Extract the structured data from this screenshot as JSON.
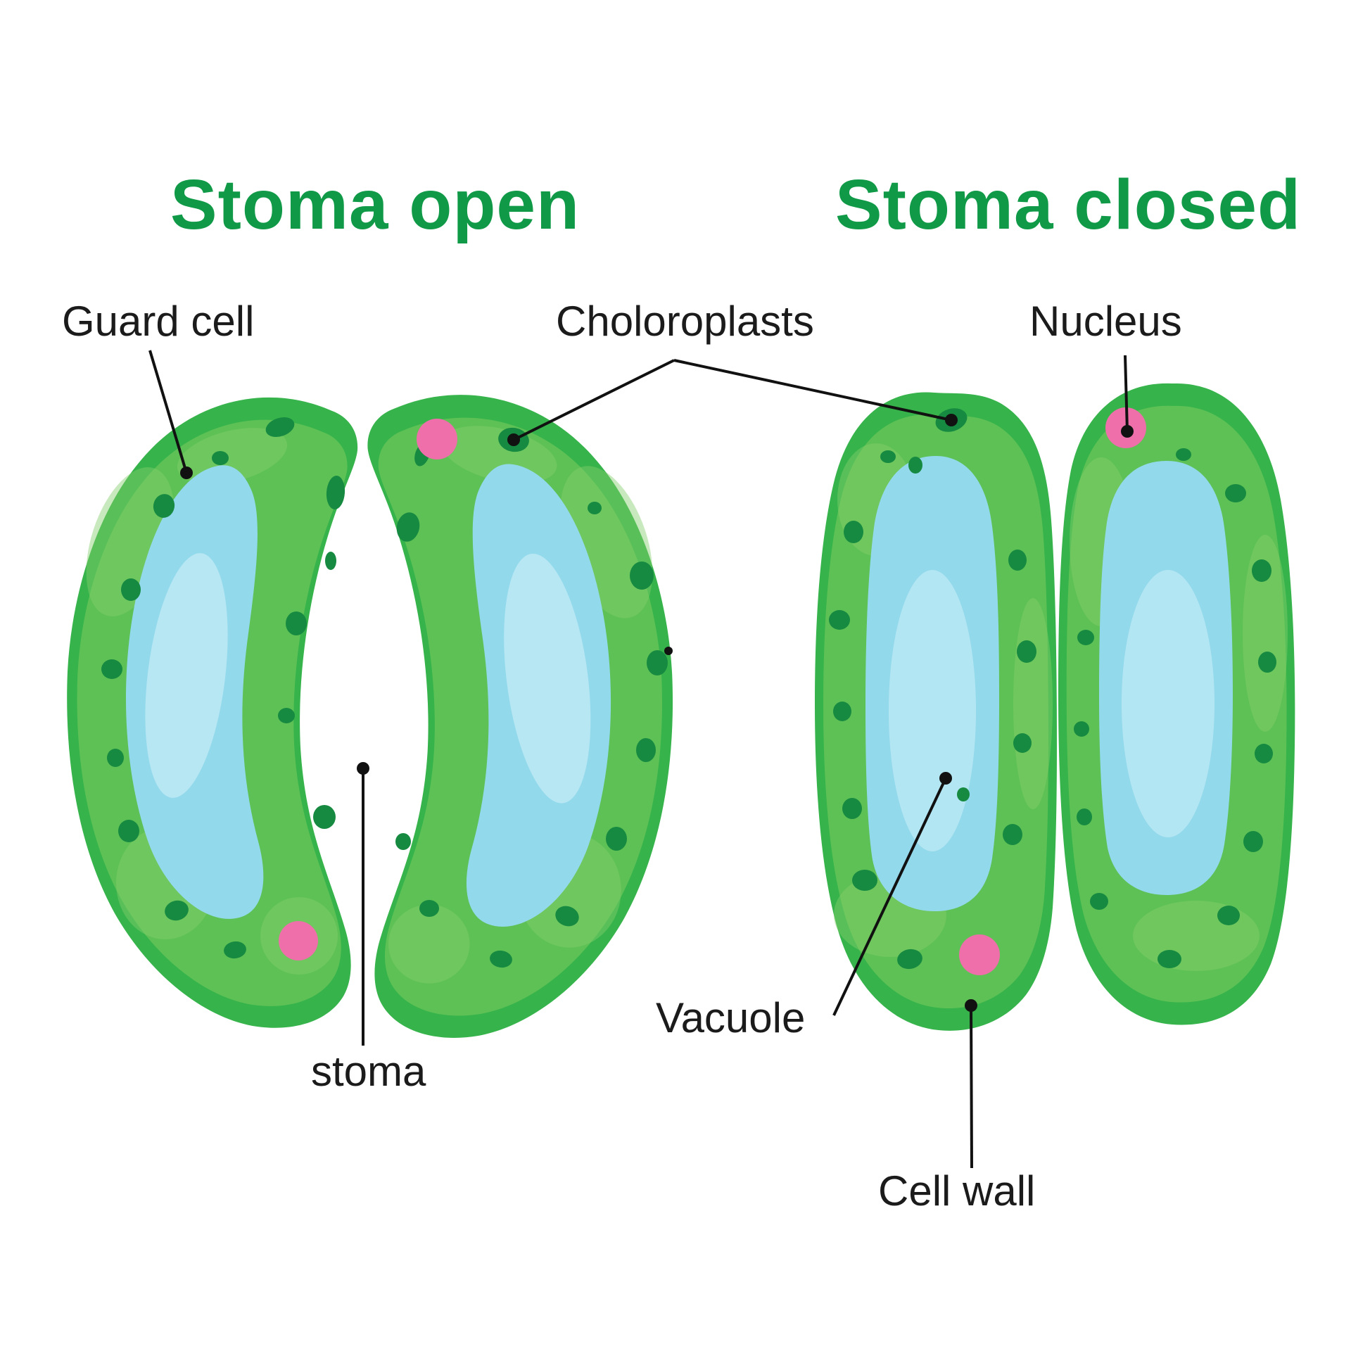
{
  "diagram": {
    "left_title": "Stoma open",
    "right_title": "Stoma closed",
    "labels": {
      "guard_cell": "Guard cell",
      "chloroplasts": "Choloroplasts",
      "nucleus": "Nucleus",
      "stoma": "stoma",
      "vacuole": "Vacuole",
      "cell_wall": "Cell wall"
    },
    "colors": {
      "title_green": "#109A48",
      "label_black": "#1b1b1b",
      "border_green": "#36B44B",
      "body_green": "#5EC155",
      "wash_green": "#85CE6B",
      "chloro_green": "#178A41",
      "vacuole_blue": "#93D9EC",
      "vacuole_light": "#BCE9F5",
      "nucleus_pink": "#EE6FA9",
      "line_black": "#111111"
    }
  }
}
